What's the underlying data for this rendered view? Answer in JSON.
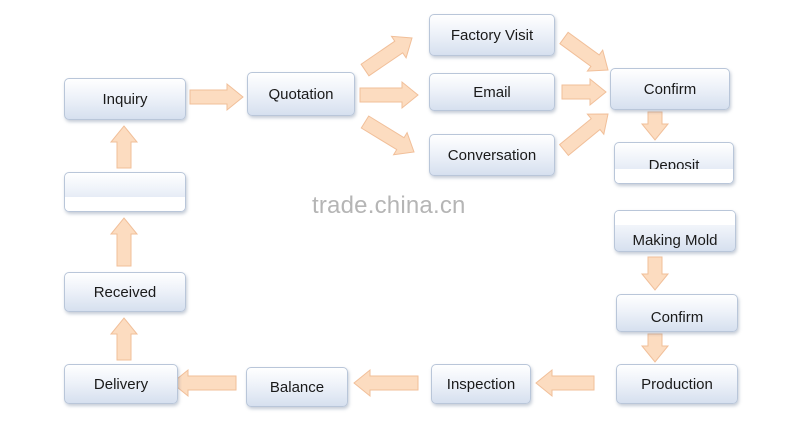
{
  "nodes": {
    "inquiry": "Inquiry",
    "quotation": "Quotation",
    "factory_visit": "Factory Visit",
    "email": "Email",
    "conversation": "Conversation",
    "confirm_1": "Confirm",
    "deposit": "Deposit",
    "making_mold": "Making Mold",
    "confirm_2": "Confirm",
    "production": "Production",
    "inspection": "Inspection",
    "balance": "Balance",
    "delivery": "Delivery",
    "received": "Received",
    "blank": ""
  },
  "watermark": "trade.china.cn",
  "colors": {
    "arrow_fill": "#fcdcc0",
    "arrow_stroke": "#f1bf99",
    "box_border": "#b9c6d9"
  }
}
